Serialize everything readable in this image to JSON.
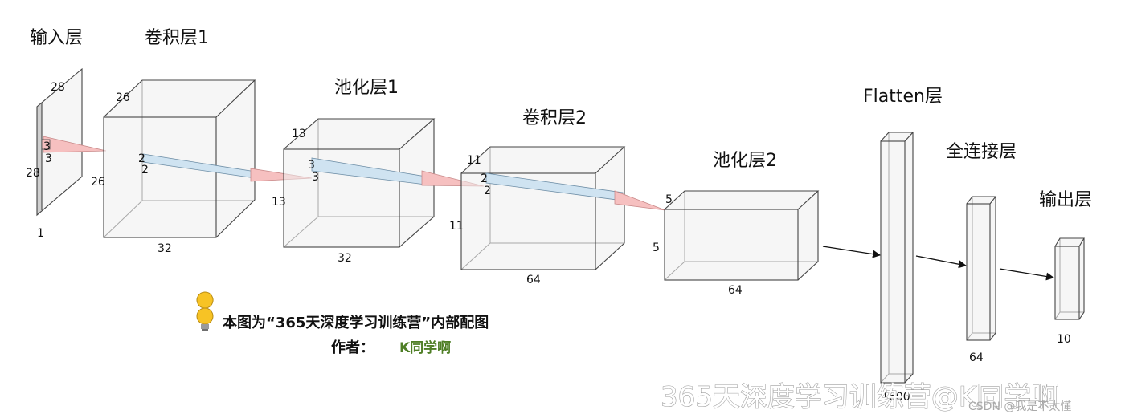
{
  "layers": {
    "input": {
      "title": "输入层",
      "height": "28",
      "width": "28",
      "depth": "1",
      "kernel": "3"
    },
    "conv1": {
      "title": "卷积层1",
      "depth_top": "26",
      "height": "26",
      "channels": "32",
      "kernel": "2"
    },
    "pool1": {
      "title": "池化层1",
      "depth_top": "13",
      "height": "13",
      "channels": "32",
      "kernel": "3"
    },
    "conv2": {
      "title": "卷积层2",
      "depth_top": "11",
      "height": "11",
      "channels": "64",
      "kernel": "2"
    },
    "pool2": {
      "title": "池化层2",
      "depth_top": "5",
      "height": "5",
      "channels": "64"
    },
    "flatten": {
      "title": "Flatten层",
      "units": "1600"
    },
    "dense": {
      "title": "全连接层",
      "units": "64"
    },
    "output": {
      "title": "输出层",
      "units": "10"
    }
  },
  "note": {
    "line1": "本图为“365天深度学习训练营”内部配图",
    "author_label": "作者：",
    "author_name": "K同学啊"
  },
  "watermark": "365天深度学习训练营@K同学啊",
  "csdn_mark": "CSDN @我是不太懂",
  "colors": {
    "kernel_red": "#f6c0c0",
    "kernel_blue": "#cfe3f1",
    "author_green": "#4e7e25"
  }
}
